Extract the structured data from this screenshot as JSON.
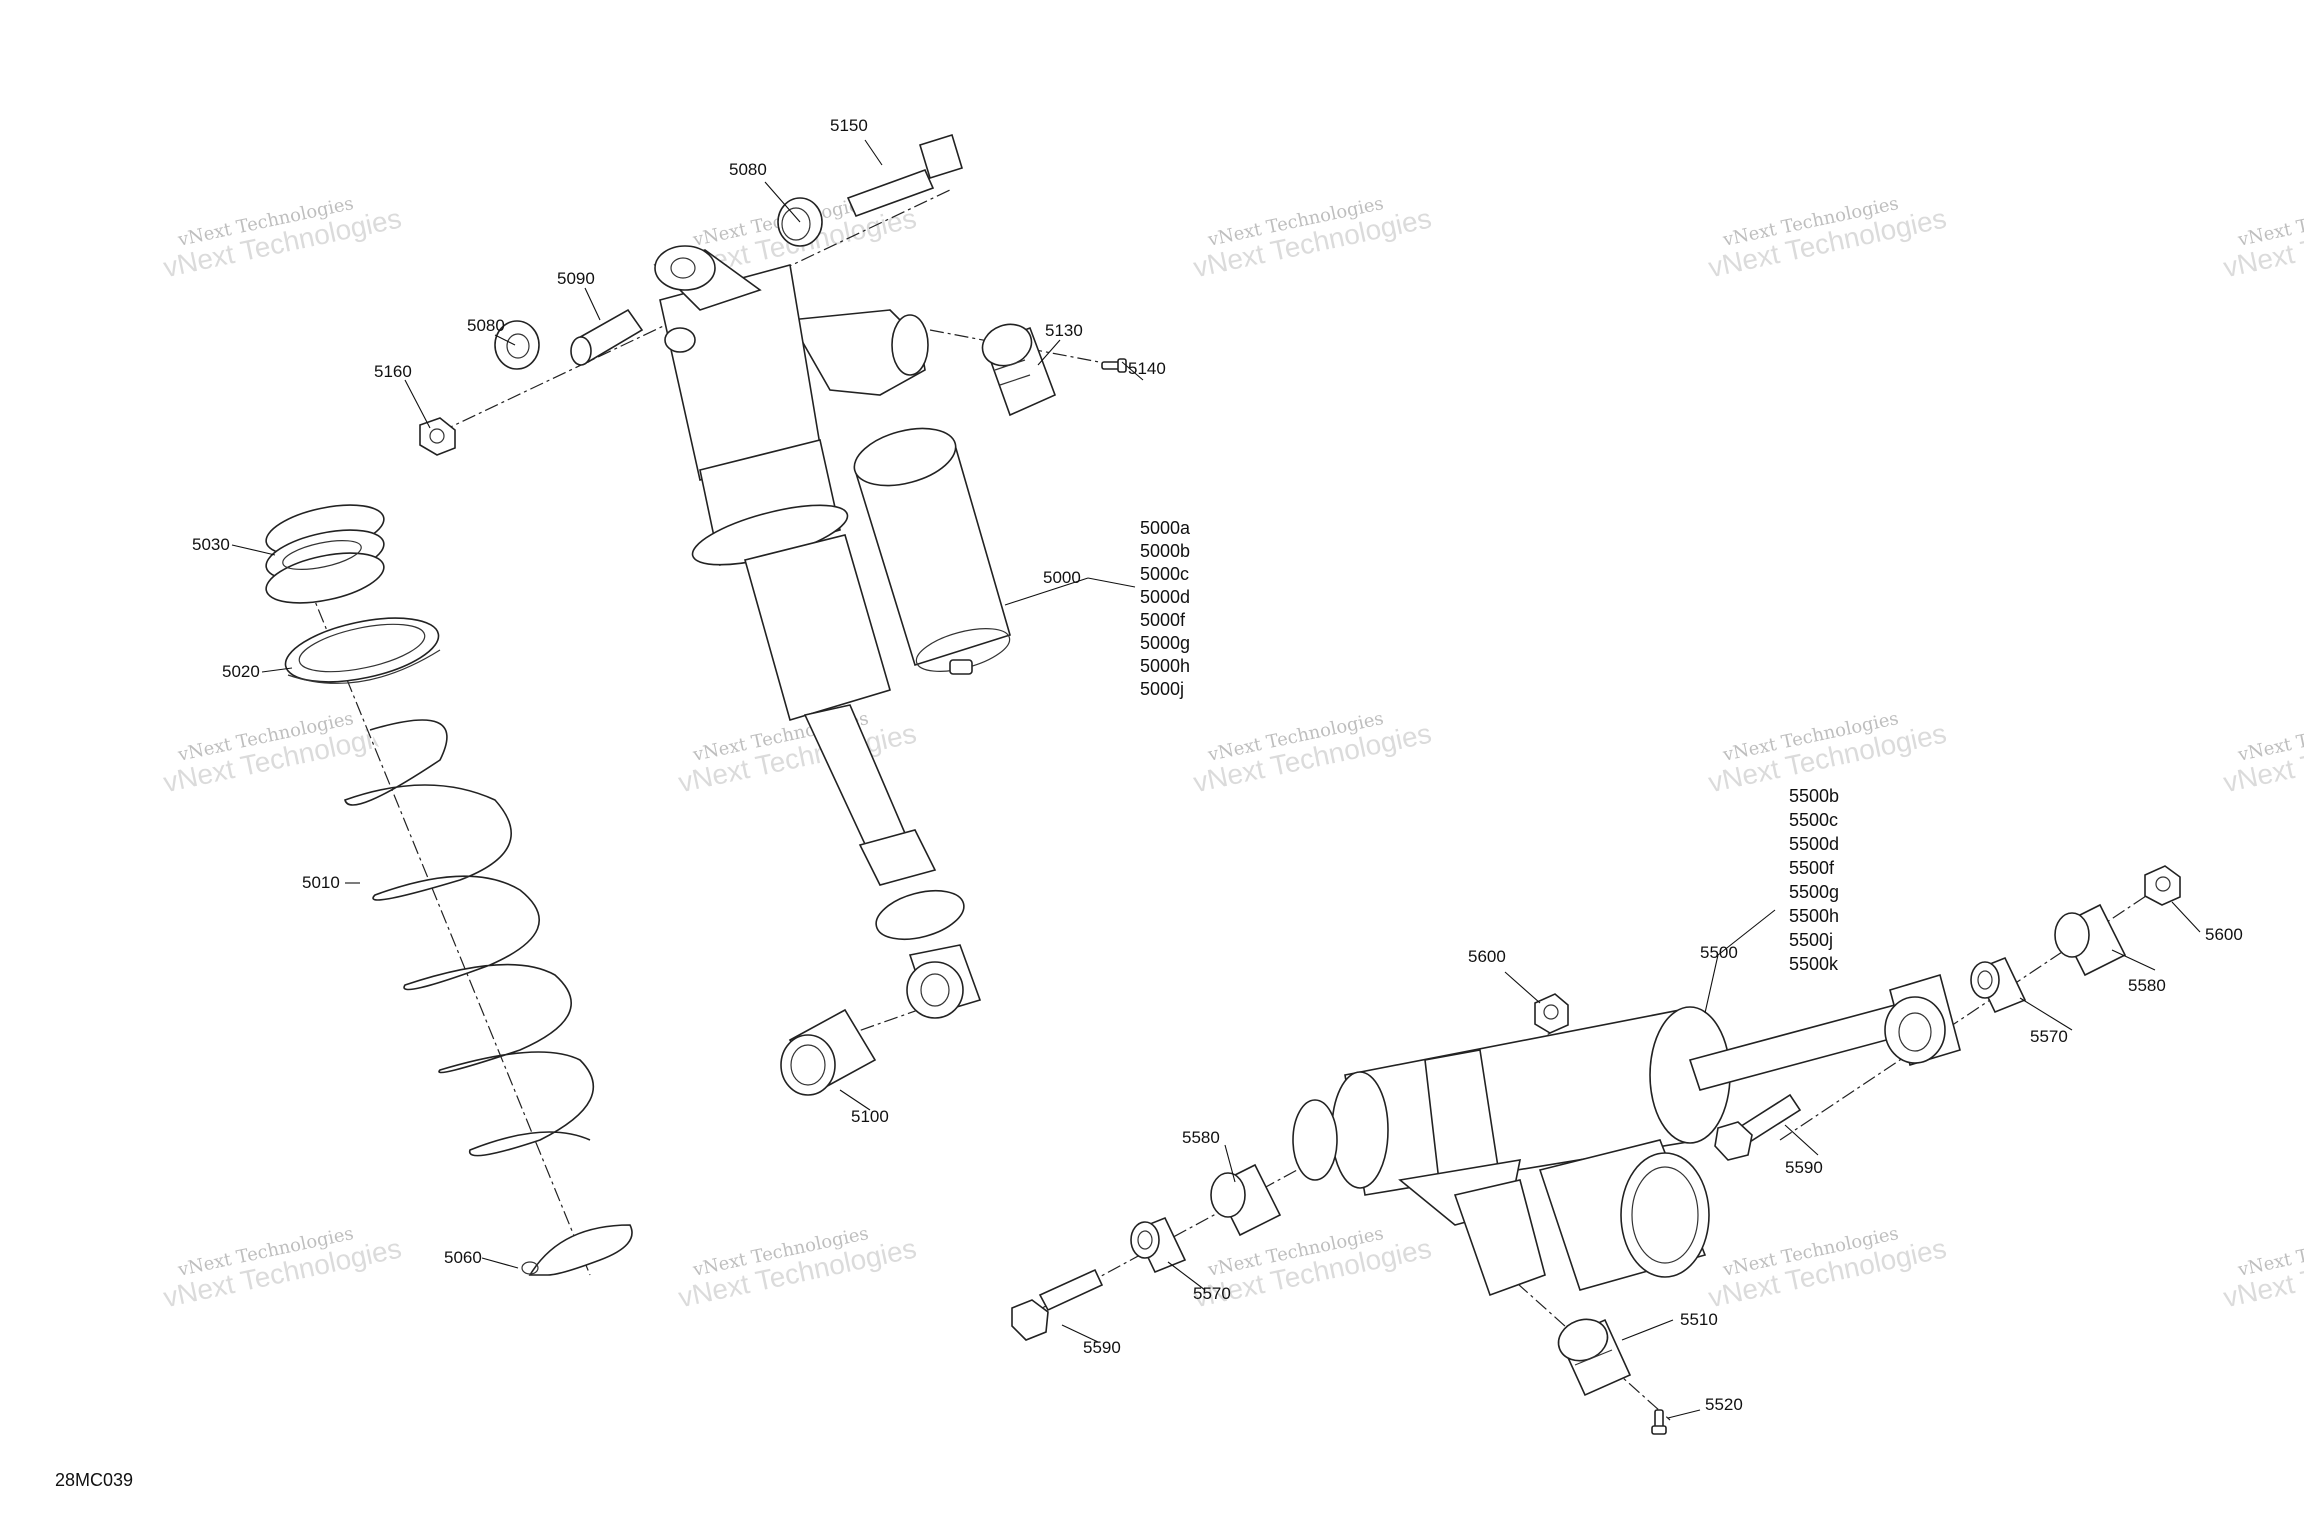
{
  "labels": {
    "p5150": "5150",
    "p5080a": "5080",
    "p5090": "5090",
    "p5080b": "5080",
    "p5160": "5160",
    "p5130": "5130",
    "p5140": "5140",
    "p5030": "5030",
    "p5020": "5020",
    "p5010": "5010",
    "p5060": "5060",
    "p5000": "5000",
    "p5100": "5100",
    "p5600a": "5600",
    "p5600b": "5600",
    "p5500": "5500",
    "p5580a": "5580",
    "p5580b": "5580",
    "p5570a": "5570",
    "p5570b": "5570",
    "p5590a": "5590",
    "p5590b": "5590",
    "p5510": "5510",
    "p5520": "5520"
  },
  "variants_5000": [
    "5000a",
    "5000b",
    "5000c",
    "5000d",
    "5000f",
    "5000g",
    "5000h",
    "5000j"
  ],
  "variants_5500": [
    "5500b",
    "5500c",
    "5500d",
    "5500f",
    "5500g",
    "5500h",
    "5500j",
    "5500k"
  ],
  "watermark": {
    "line1": "vNext Technologies",
    "line2": "vNext Technologies"
  },
  "figure_code": "28MC039"
}
